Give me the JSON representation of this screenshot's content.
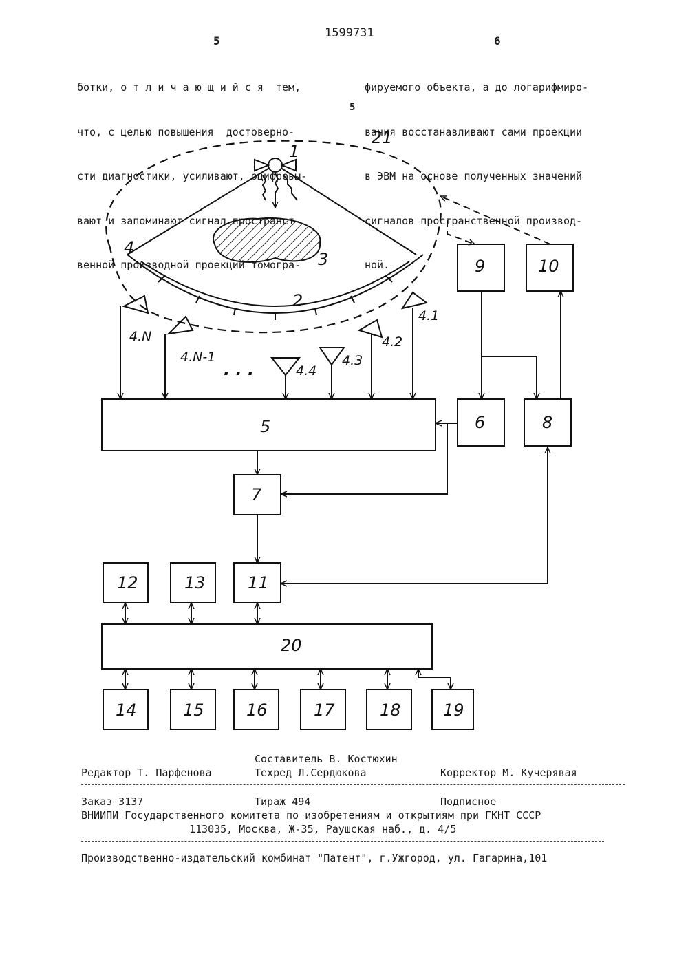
{
  "header": {
    "patent_number": "1599731",
    "left_page": "5",
    "right_page": "6",
    "margin_line_number": "5"
  },
  "left_column": [
    "ботки, о т л и ч а ю щ и й с я  тем,",
    "что, с целью повышения  достоверно-",
    "сти диагностики, усиливают, оцифровы-",
    "вают и запоминают сигнал пространст-",
    "венной производной проекций томогра-"
  ],
  "right_column": [
    "фируемого объекта, а до логарифмиро-",
    "вания восстанавливают сами проекции",
    "в ЭВМ на основе полученных значений",
    "сигналов пространственной производ-",
    "ной."
  ],
  "diagram": {
    "labels": {
      "source": "1",
      "arc": "2",
      "object": "3",
      "detector": "4",
      "loop": "21",
      "amps": [
        "4.1",
        "4.2",
        "4.3",
        "4.4",
        "4.N-1",
        "4.N"
      ],
      "dots": ". . ."
    },
    "blocks": {
      "b5": "5",
      "b6": "6",
      "b7": "7",
      "b8": "8",
      "b9": "9",
      "b10": "10",
      "b11": "11",
      "b12": "12",
      "b13": "13",
      "b20": "20",
      "b14": "14",
      "b15": "15",
      "b16": "16",
      "b17": "17",
      "b18": "18",
      "b19": "19"
    }
  },
  "credits": {
    "compiler": "Составитель В. Костюхин",
    "editor": "Редактор Т. Парфенова",
    "techred": "Техред Л.Сердюкова",
    "corrector": "Корректор М. Кучерявая",
    "order": "Заказ 3137",
    "circulation": "Тираж 494",
    "subscription": "Подписное",
    "org": "ВНИИПИ Государственного комитета по изобретениям и открытиям при ГКНТ СССР",
    "address": "113035, Москва, Ж-35, Раушская наб., д. 4/5",
    "printer": "Производственно-издательский комбинат \"Патент\", г.Ужгород, ул. Гагарина,101"
  }
}
